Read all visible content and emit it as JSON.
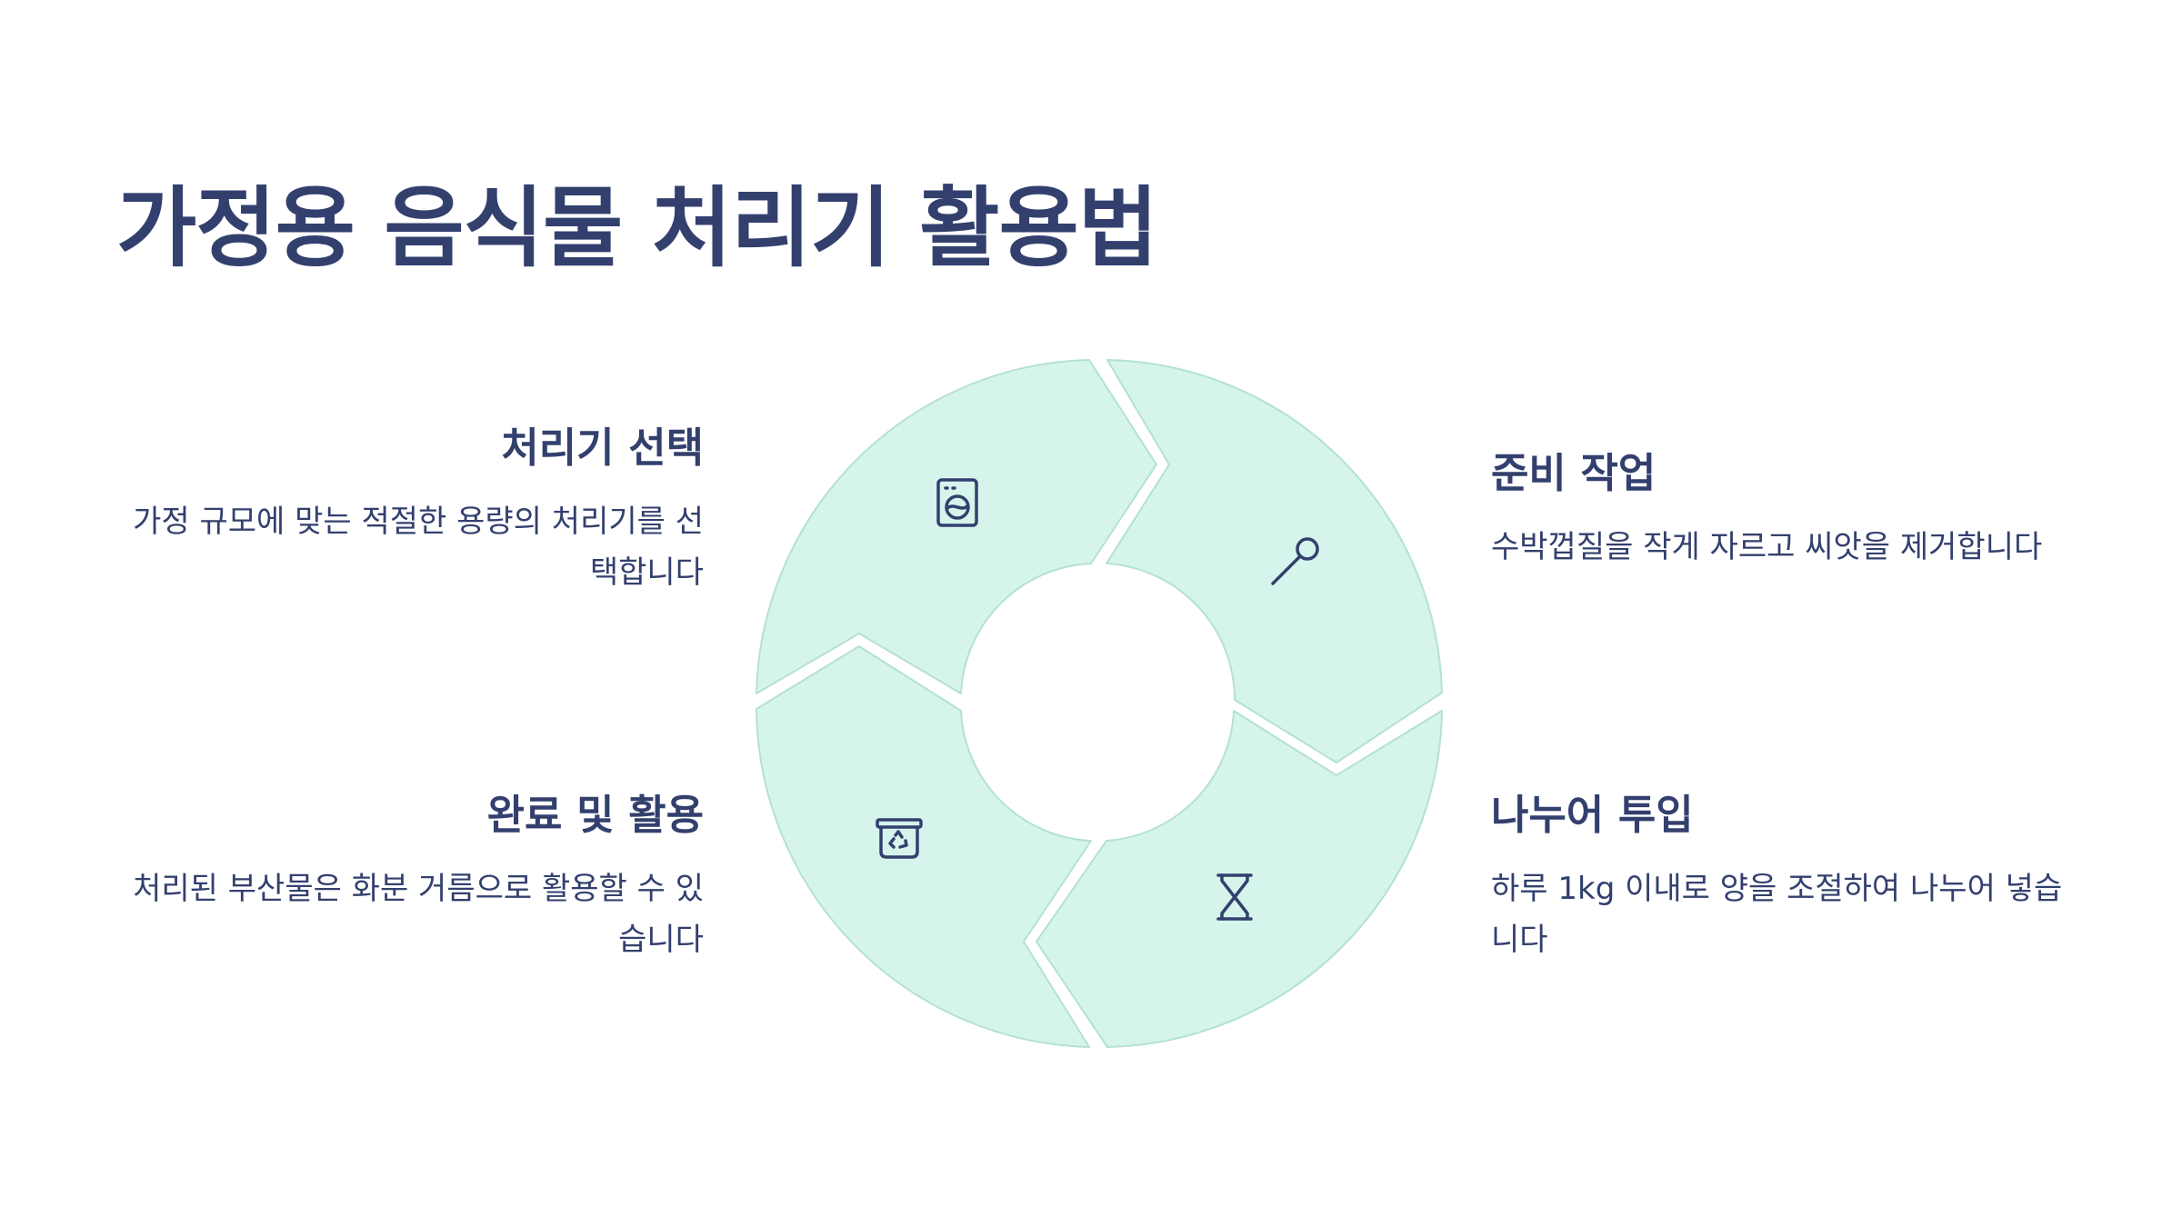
{
  "title": "가정용 음식물 처리기 활용법",
  "steps": [
    {
      "title": "처리기 선택",
      "description": "가정 규모에 맞는 적절한 용량의 처리기를 선택합니다",
      "icon": "washing-machine-icon"
    },
    {
      "title": "준비 작업",
      "description": "수박껍질을 작게 자르고 씨앗을 제거합니다",
      "icon": "spoon-icon"
    },
    {
      "title": "나누어 투입",
      "description": "하루 1kg 이내로 양을 조절하여 나누어 넣습니다",
      "icon": "hourglass-icon"
    },
    {
      "title": "완료 및 활용",
      "description": "처리된 부산물은 화분 거름으로 활용할 수 있습니다",
      "icon": "recycle-bin-icon"
    }
  ],
  "colors": {
    "text": "#33406e",
    "segment_fill": "#d5f4ec",
    "segment_stroke": "#b4e1d3",
    "icon": "#33406e",
    "background": "#ffffff"
  }
}
